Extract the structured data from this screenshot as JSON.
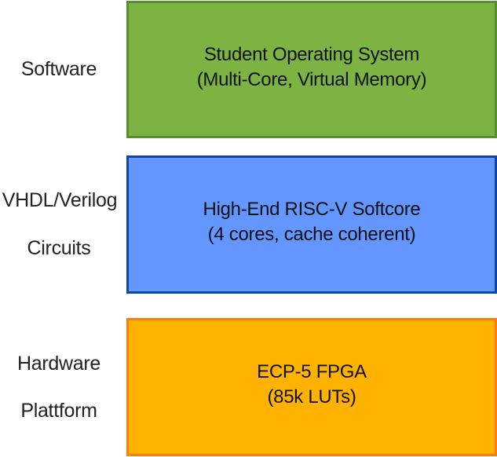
{
  "layers": [
    {
      "id": "software",
      "side_label": [
        "Software"
      ],
      "title": "Student Operating System",
      "subtitle": "(Multi-Core, Virtual Memory)",
      "fill_color": "#7cb342",
      "border_color": "#568f2e"
    },
    {
      "id": "circuits",
      "side_label": [
        "VHDL/Verilog",
        "Circuits"
      ],
      "title": "High-End RISC-V Softcore",
      "subtitle": "(4 cores, cache coherent)",
      "fill_color": "#6396fe",
      "border_color": "#0d47a1"
    },
    {
      "id": "hardware",
      "side_label": [
        "Hardware",
        "Plattform"
      ],
      "title": "ECP-5 FPGA",
      "subtitle": "(85k LUTs)",
      "fill_color": "#ffb300",
      "border_color": "#ff7a10"
    }
  ]
}
